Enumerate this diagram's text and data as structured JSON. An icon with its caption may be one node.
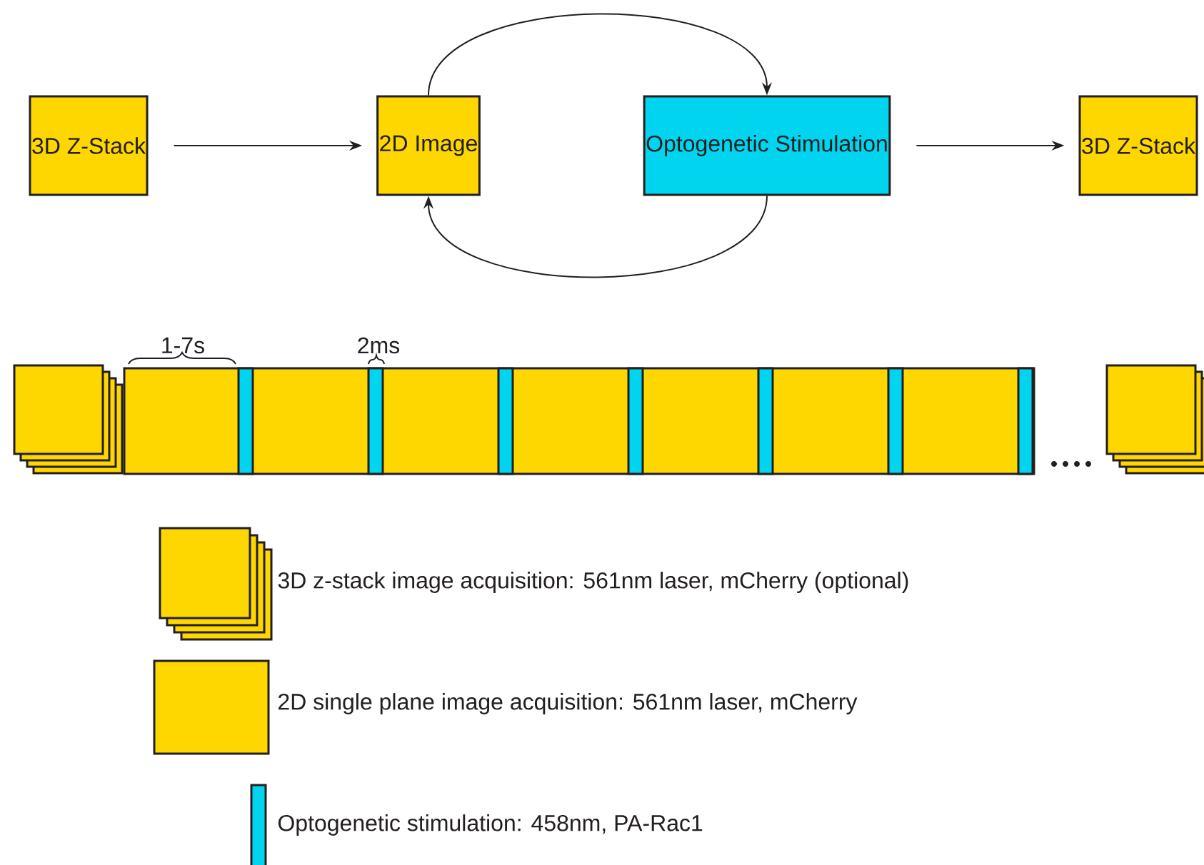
{
  "diagram": {
    "nodes": [
      {
        "text": [
          "3D Z-Stack"
        ]
      },
      {
        "text": [
          "2D Image"
        ]
      },
      {
        "text": [
          "Optogenetic Stimulation"
        ]
      },
      {
        "text": [
          "3D Z-Stack"
        ]
      }
    ],
    "edges": [
      {
        "from": 0,
        "to": 1,
        "arrow": "to"
      },
      {
        "from": 1,
        "to": 2,
        "arrow": "to"
      },
      {
        "from": 2,
        "to": 1,
        "arrow": "to"
      },
      {
        "from": 2,
        "to": 3,
        "arrow": "to"
      }
    ],
    "labels": [
      "1-7s",
      "2ms"
    ],
    "legend": [
      {
        "text": "3D z-stack image acquisition: 561nm laser, mCherry (optional)",
        "color": "#ffd700"
      },
      {
        "text": "2D single plane image acquisition: 561nm laser, mCherry",
        "color": "#ffd700"
      },
      {
        "text": "Optogenetic stimulation: 458nm, PA-Rac1",
        "color": "#00d4ee"
      }
    ]
  }
}
